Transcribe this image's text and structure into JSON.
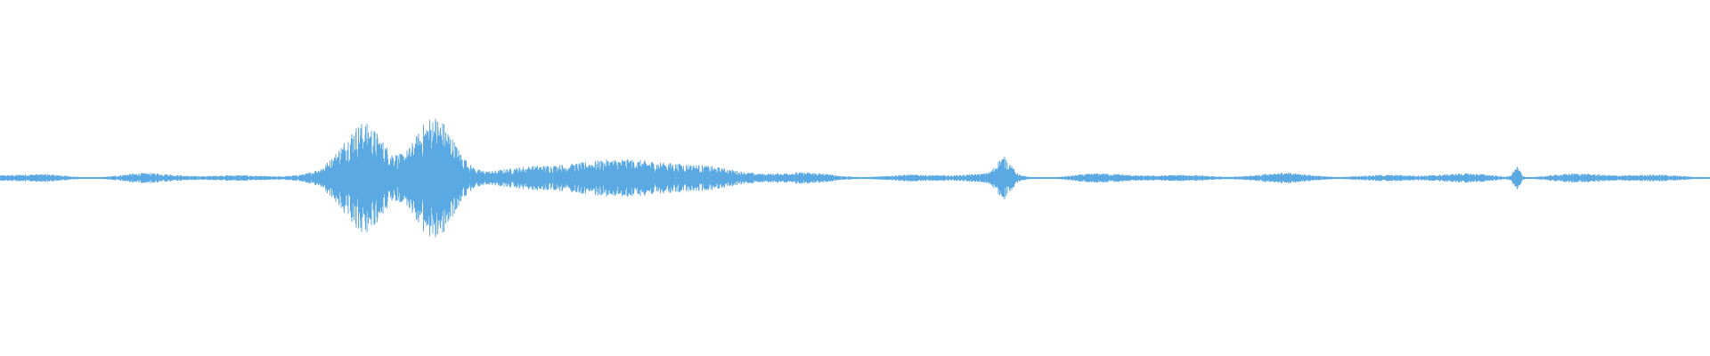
{
  "waveform": {
    "color": "#5ba9e3",
    "background": "#ffffff",
    "baseline_amplitude": 0.03,
    "bursts": [
      {
        "center": 0.213,
        "spread": 0.012,
        "amplitude": 0.3
      },
      {
        "center": 0.254,
        "spread": 0.011,
        "amplitude": 0.33
      },
      {
        "center": 0.337,
        "spread": 0.03,
        "amplitude": 0.07
      },
      {
        "center": 0.396,
        "spread": 0.03,
        "amplitude": 0.06
      },
      {
        "center": 0.587,
        "spread": 0.004,
        "amplitude": 0.1
      },
      {
        "center": 0.887,
        "spread": 0.002,
        "amplitude": 0.06
      }
    ]
  }
}
